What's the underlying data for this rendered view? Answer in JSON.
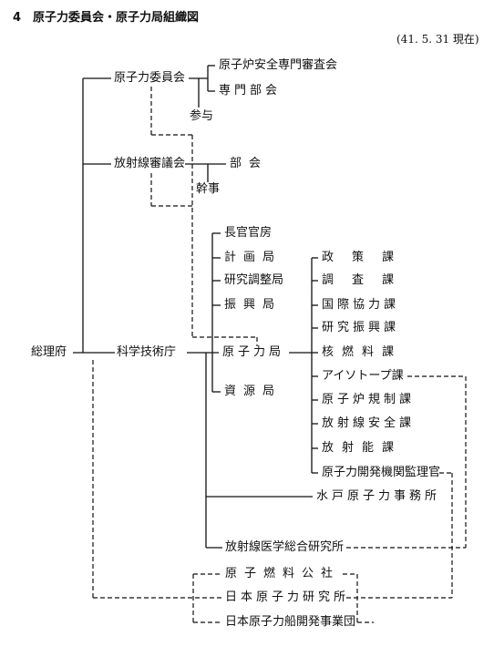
{
  "header": {
    "title": "4　原子力委員会・原子力局組織図",
    "date": "(41. 5. 31 現在)"
  },
  "nodes": {
    "sorifu": "総理府",
    "genshiryoku_iinkai": "原子力委員会",
    "shinsakai": "原子炉安全専門審査会",
    "senmon_bukai": "専門部会",
    "sanyo": "参与",
    "hoshasen_shingikai": "放射線審議会",
    "bukai": "部会",
    "kanji": "幹事",
    "kagaku_gijutsucho": "科学技術庁",
    "chokan_kanbo": "長官官房",
    "keikakukyoku": "計画局",
    "kenkyu_chosei": "研究調整局",
    "shinkokyoku": "振興局",
    "genshiryokukyoku": "原子力局",
    "shigenkyoku": "資源局",
    "seisakuka": "政策課",
    "chosaka": "調査課",
    "kokusai": "国際協力課",
    "kenkyu_shinko": "研究振興課",
    "kaku_nenryo": "核燃料課",
    "isotope": "アイソトープ課",
    "genshiro_kisei": "原子炉規制課",
    "hoshasen_anzen": "放射線安全課",
    "hoshanoka": "放射能課",
    "kantokukan": "原子力開発機関監理官",
    "mito": "水戸原子力事務所",
    "hoshasen_igaku": "放射線医学総合研究所",
    "nenryo_kosha": "原子燃料公社",
    "nihon_genshiryoku": "日本原子力研究所",
    "nihon_sen": "日本原子力船開発事業団"
  }
}
